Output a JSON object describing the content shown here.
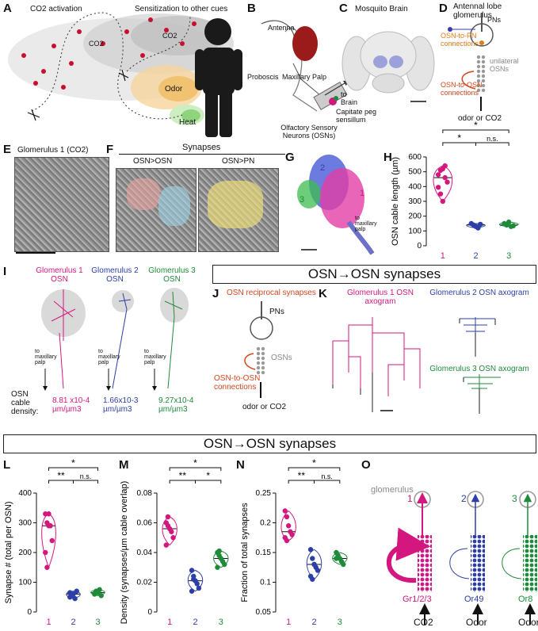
{
  "panels": {
    "A": {
      "label": "A",
      "co2_activation": "CO2 activation",
      "sensitization": "Sensitization to other cues",
      "co2_1": "CO2",
      "co2_2": "CO2",
      "odor": "Odor",
      "heat": "Heat"
    },
    "B": {
      "label": "B",
      "antenna": "Antenna",
      "proboscis": "Proboscis",
      "maxillary_palp": "Maxillary Palp",
      "to_brain": "to Brain",
      "capitate": "Capitate peg sensillum",
      "osn": "Olfactory Sensory Neurons (OSNs)"
    },
    "C": {
      "label": "C",
      "title": "Mosquito Brain"
    },
    "D": {
      "label": "D",
      "title": "Antennal lobe glomerulus",
      "pns": "PNs",
      "osn_to_pn": "OSN-to-PN connections",
      "unilateral": "unilateral OSNs",
      "osn_to_osn": "OSN-to-OSN connections",
      "stimulus": "odor or CO2"
    },
    "E": {
      "label": "E",
      "title": "Glomerulus 1 (CO2)"
    },
    "F": {
      "label": "F",
      "title": "Synapses",
      "left": "OSN>OSN",
      "right": "OSN>PN"
    },
    "G": {
      "label": "G",
      "n1": "1",
      "n2": "2",
      "n3": "3",
      "to_palp": "to maxillary palp"
    },
    "I": {
      "label": "I",
      "g1": "Glomerulus 1 OSN",
      "g2": "Glomerulus 2 OSN",
      "g3": "Glomerulus 3 OSN",
      "to_palp": "to maxillary palp",
      "density_label": "OSN cable density:",
      "d1": "8.81 x10-4 µm/µm3",
      "d2": "1.66x10-3 µm/µm3",
      "d3": "9.27x10-4 µm/µm3"
    },
    "J": {
      "label": "J",
      "title": "OSN reciprocal synapses",
      "pns": "PNs",
      "osns": "OSNs",
      "conn": "OSN-to-OSN connections",
      "stimulus": "odor or CO2"
    },
    "K": {
      "label": "K",
      "g1": "Glomerulus 1 OSN axogram",
      "g2": "Glomerulus 2 OSN axogram",
      "g3": "Glomerulus 3 OSN axogram"
    },
    "O": {
      "label": "O",
      "glomerulus": "glomerulus",
      "n1": "1",
      "n2": "2",
      "n3": "3",
      "r1": "Gr1/2/3",
      "r2": "Or49",
      "r3": "Or8",
      "s1": "CO2",
      "s2": "Odor",
      "s3": "Odor"
    }
  },
  "banners": {
    "top": "OSN→OSN synapses",
    "bottom": "OSN→OSN synapses"
  },
  "colors": {
    "magenta": "#d4177f",
    "blue": "#2d3fa6",
    "green": "#1e8b3a",
    "orange": "#e17a18"
  },
  "chart_data": [
    {
      "panel": "H",
      "type": "violin",
      "ylabel": "OSN cable length (µm)",
      "categories": [
        "1",
        "2",
        "3"
      ],
      "ylim": [
        0,
        600
      ],
      "yticks": [
        0,
        100,
        200,
        300,
        400,
        500,
        600
      ],
      "series": [
        {
          "name": "1",
          "values": [
            480,
            510,
            520,
            460,
            430,
            395,
            350,
            300,
            540
          ]
        },
        {
          "name": "2",
          "values": [
            150,
            140,
            130,
            120,
            145
          ]
        },
        {
          "name": "3",
          "values": [
            150,
            140,
            160,
            130,
            135
          ]
        }
      ],
      "significance": [
        {
          "pair": [
            "1",
            "2"
          ],
          "label": "*"
        },
        {
          "pair": [
            "2",
            "3"
          ],
          "label": "n.s."
        },
        {
          "pair": [
            "1",
            "3"
          ],
          "label": "*"
        }
      ]
    },
    {
      "panel": "L",
      "type": "violin",
      "ylabel": "Synapse # (total per OSN)",
      "categories": [
        "1",
        "2",
        "3"
      ],
      "ylim": [
        0,
        400
      ],
      "yticks": [
        0,
        100,
        200,
        300,
        400
      ],
      "series": [
        {
          "name": "1",
          "values": [
            330,
            300,
            290,
            290,
            240,
            200,
            150,
            330
          ]
        },
        {
          "name": "2",
          "values": [
            65,
            55,
            60,
            45,
            70,
            50,
            60
          ]
        },
        {
          "name": "3",
          "values": [
            60,
            70,
            65,
            75,
            55,
            62
          ]
        }
      ],
      "significance": [
        {
          "pair": [
            "1",
            "2"
          ],
          "label": "**"
        },
        {
          "pair": [
            "2",
            "3"
          ],
          "label": "n.s."
        },
        {
          "pair": [
            "1",
            "3"
          ],
          "label": "*"
        }
      ]
    },
    {
      "panel": "M",
      "type": "violin",
      "ylabel": "Density (synapses/µm cable overlap)",
      "categories": [
        "1",
        "2",
        "3"
      ],
      "ylim": [
        0,
        0.08
      ],
      "yticks": [
        0,
        0.02,
        0.04,
        0.06,
        0.08
      ],
      "series": [
        {
          "name": "1",
          "values": [
            0.06,
            0.058,
            0.056,
            0.054,
            0.05,
            0.045,
            0.064
          ]
        },
        {
          "name": "2",
          "values": [
            0.028,
            0.024,
            0.021,
            0.019,
            0.016,
            0.014,
            0.022
          ]
        },
        {
          "name": "3",
          "values": [
            0.04,
            0.038,
            0.036,
            0.034,
            0.032,
            0.03,
            0.041
          ]
        }
      ],
      "significance": [
        {
          "pair": [
            "1",
            "2"
          ],
          "label": "**"
        },
        {
          "pair": [
            "2",
            "3"
          ],
          "label": "*"
        },
        {
          "pair": [
            "1",
            "3"
          ],
          "label": "*"
        }
      ]
    },
    {
      "panel": "N",
      "type": "violin",
      "ylabel": "Fraction of total synapses",
      "categories": [
        "1",
        "2",
        "3"
      ],
      "ylim": [
        0.05,
        0.25
      ],
      "yticks": [
        0.05,
        0.1,
        0.15,
        0.2,
        0.25
      ],
      "series": [
        {
          "name": "1",
          "values": [
            0.22,
            0.21,
            0.195,
            0.185,
            0.18,
            0.175,
            0.17
          ]
        },
        {
          "name": "2",
          "values": [
            0.155,
            0.14,
            0.13,
            0.125,
            0.12,
            0.11,
            0.105,
            0.13
          ]
        },
        {
          "name": "3",
          "values": [
            0.15,
            0.145,
            0.14,
            0.135,
            0.13,
            0.14
          ]
        }
      ],
      "significance": [
        {
          "pair": [
            "1",
            "2"
          ],
          "label": "**"
        },
        {
          "pair": [
            "2",
            "3"
          ],
          "label": "n.s."
        },
        {
          "pair": [
            "1",
            "3"
          ],
          "label": "*"
        }
      ]
    }
  ]
}
